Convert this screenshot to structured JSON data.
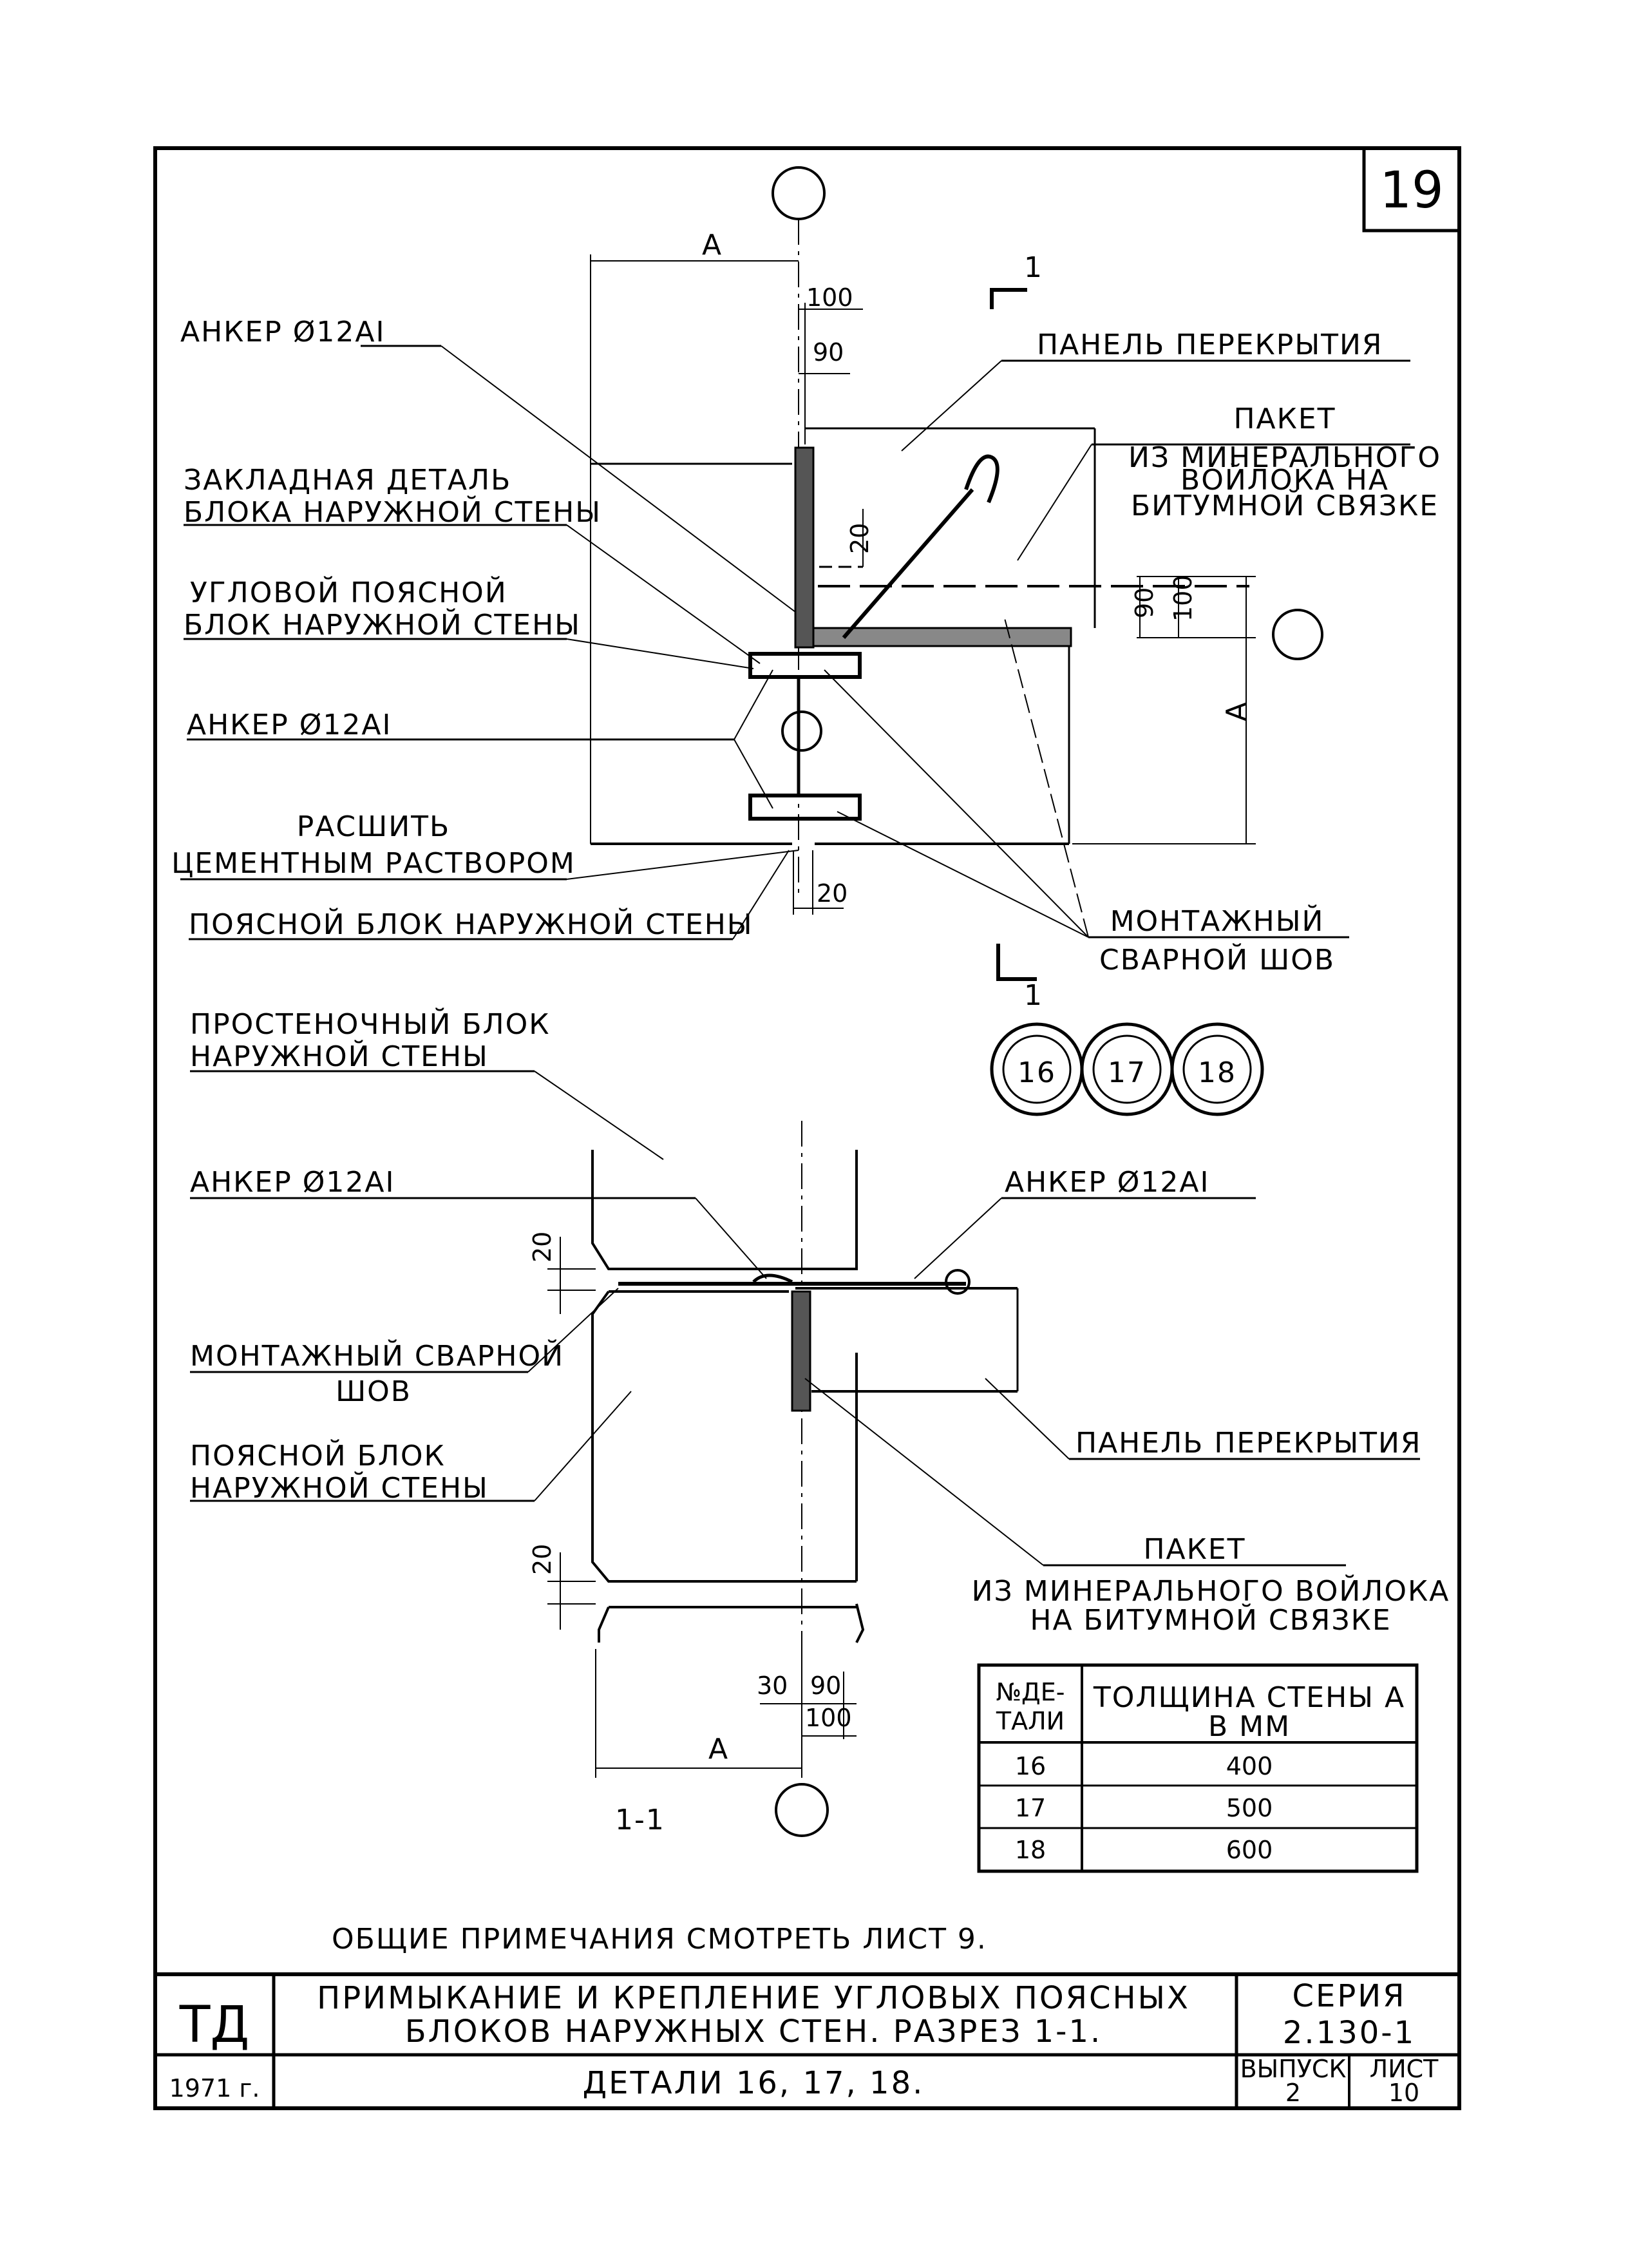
{
  "sheet_number": "19",
  "detail1": {
    "labels": {
      "anchor_top": "АНКЕР Ø12АI",
      "panel": "ПАНЕЛЬ ПЕРЕКРЫТИЯ",
      "packet": [
        "ПАКЕТ",
        "ИЗ МИНЕРАЛЬНОГО",
        "ВОЙЛОКА НА",
        "БИТУМНОЙ СВЯЗКЕ"
      ],
      "embedded": [
        "ЗАКЛАДНАЯ ДЕТАЛЬ",
        "БЛОКА НАРУЖНОЙ СТЕНЫ"
      ],
      "corner_block": [
        "УГЛОВОЙ ПОЯСНОЙ",
        "БЛОК НАРУЖНОЙ СТЕНЫ"
      ],
      "anchor_mid": "АНКЕР Ø12АI",
      "grout": [
        "РАСШИТЬ",
        "ЦЕМЕНТНЫМ РАСТВОРОМ"
      ],
      "belt_block": "ПОЯСНОЙ БЛОК НАРУЖНОЙ СТЕНЫ",
      "weld": [
        "МОНТАЖНЫЙ",
        "СВАРНОЙ ШОВ"
      ]
    },
    "dims": {
      "a_top": "А",
      "d100": "100",
      "d90": "90",
      "d20v": "20",
      "d90v": "90",
      "d100v": "100",
      "a_right": "А",
      "d20b": "20"
    },
    "section_mark": "1"
  },
  "detail_numbers": [
    "16",
    "17",
    "18"
  ],
  "detail2": {
    "labels": {
      "pier_block": [
        "ПРОСТЕНОЧНЫЙ БЛОК",
        "НАРУЖНОЙ СТЕНЫ"
      ],
      "anchor_left": "АНКЕР Ø12АI",
      "anchor_right": "АНКЕР Ø12АI",
      "weld": [
        "МОНТАЖНЫЙ СВАРНОЙ",
        "ШОВ"
      ],
      "belt_block": [
        "ПОЯСНОЙ БЛОК",
        "НАРУЖНОЙ СТЕНЫ"
      ],
      "panel": "ПАНЕЛЬ ПЕРЕКРЫТИЯ",
      "packet": [
        "ПАКЕТ",
        "ИЗ МИНЕРАЛЬНОГО ВОЙЛОКА",
        "НА БИТУМНОЙ СВЯЗКЕ"
      ]
    },
    "dims": {
      "d20a": "20",
      "d20b": "20",
      "d30": "30",
      "d90": "90",
      "d100": "100",
      "a": "А"
    },
    "section_label": "1-1"
  },
  "table": {
    "headers": [
      [
        "№ДЕ-",
        "ТАЛИ"
      ],
      [
        "ТОЛЩИНА СТЕНЫ А",
        "В ММ"
      ]
    ],
    "rows": [
      [
        "16",
        "400"
      ],
      [
        "17",
        "500"
      ],
      [
        "18",
        "600"
      ]
    ]
  },
  "notes": "ОБЩИЕ ПРИМЕЧАНИЯ СМОТРЕТЬ ЛИСТ 9.",
  "title_block": {
    "org": "ТД",
    "year": "1971 г.",
    "title": [
      "ПРИМЫКАНИЕ И КРЕПЛЕНИЕ УГЛОВЫХ ПОЯСНЫХ",
      "БЛОКОВ НАРУЖНЫХ СТЕН. РАЗРЕЗ 1-1."
    ],
    "subtitle": "ДЕТАЛИ 16, 17, 18.",
    "series_label": "СЕРИЯ",
    "series": "2.130-1",
    "issue_label": "ВЫПУСК",
    "issue": "2",
    "sheet_label": "ЛИСТ",
    "sheet": "10"
  }
}
